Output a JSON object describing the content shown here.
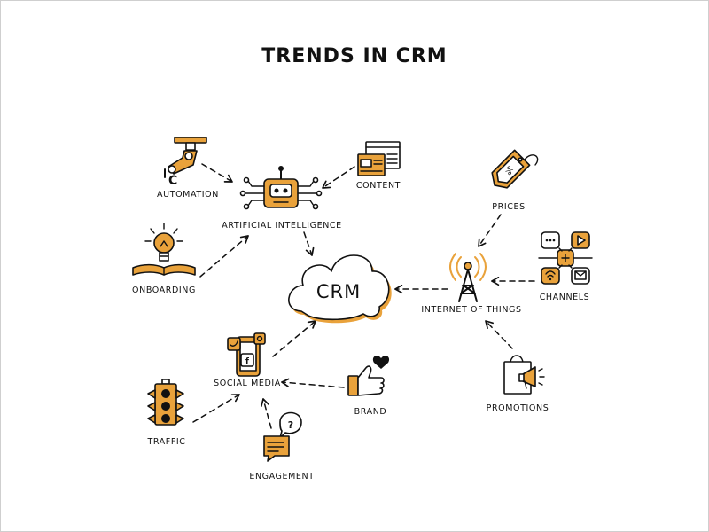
{
  "title": "TRENDS IN CRM",
  "center": {
    "label": "CRM"
  },
  "nodes": {
    "automation": "AUTOMATION",
    "artificial_intelligence": "ARTIFICIAL INTELLIGENCE",
    "content": "CONTENT",
    "onboarding": "ONBOARDING",
    "prices": "PRICES",
    "channels": "CHANNELS",
    "internet_of_things": "INTERNET OF THINGS",
    "social_media": "SOCIAL MEDIA",
    "brand": "BRAND",
    "traffic": "TRAFFIC",
    "engagement": "ENGAGEMENT",
    "promotions": "PROMOTIONS"
  },
  "edges": [
    [
      "automation",
      "artificial_intelligence"
    ],
    [
      "content",
      "artificial_intelligence"
    ],
    [
      "artificial_intelligence",
      "crm"
    ],
    [
      "onboarding",
      "artificial_intelligence"
    ],
    [
      "prices",
      "internet_of_things"
    ],
    [
      "channels",
      "internet_of_things"
    ],
    [
      "internet_of_things",
      "crm"
    ],
    [
      "promotions",
      "internet_of_things"
    ],
    [
      "social_media",
      "crm"
    ],
    [
      "brand",
      "social_media"
    ],
    [
      "traffic",
      "social_media"
    ],
    [
      "engagement",
      "social_media"
    ]
  ],
  "colors": {
    "accent": "#e9a23b",
    "ink": "#111111",
    "background": "#ffffff"
  },
  "icons": {
    "automation": "robot-arm-icon",
    "artificial_intelligence": "robot-circuit-icon",
    "content": "browser-windows-icon",
    "onboarding": "lightbulb-book-icon",
    "prices": "price-tag-icon",
    "channels": "channel-hub-icon",
    "internet_of_things": "antenna-tower-icon",
    "social_media": "smartphone-social-icon",
    "brand": "thumbs-up-heart-icon",
    "traffic": "traffic-light-icon",
    "engagement": "speech-bubbles-icon",
    "promotions": "shopping-bag-megaphone-icon"
  }
}
